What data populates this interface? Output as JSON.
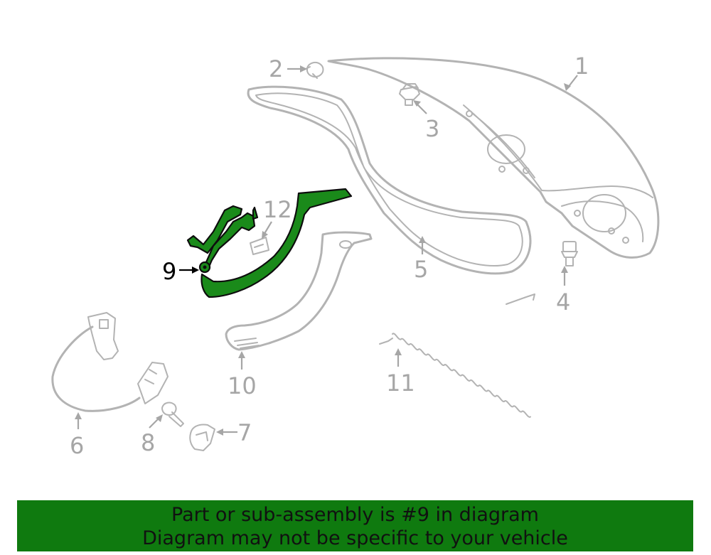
{
  "callouts": [
    {
      "id": "1",
      "label": "1",
      "highlighted": false
    },
    {
      "id": "2",
      "label": "2",
      "highlighted": false
    },
    {
      "id": "3",
      "label": "3",
      "highlighted": false
    },
    {
      "id": "4",
      "label": "4",
      "highlighted": false
    },
    {
      "id": "5",
      "label": "5",
      "highlighted": false
    },
    {
      "id": "6",
      "label": "6",
      "highlighted": false
    },
    {
      "id": "7",
      "label": "7",
      "highlighted": false
    },
    {
      "id": "8",
      "label": "8",
      "highlighted": false
    },
    {
      "id": "9",
      "label": "9",
      "highlighted": true
    },
    {
      "id": "10",
      "label": "10",
      "highlighted": false
    },
    {
      "id": "11",
      "label": "11",
      "highlighted": false
    },
    {
      "id": "12",
      "label": "12",
      "highlighted": false
    }
  ],
  "highlight_color": "#1a8a1a",
  "banner": {
    "line1": "Part or sub-assembly is #9 in diagram",
    "line2": "Diagram may not be specific to your vehicle",
    "background": "#0f7a0f"
  }
}
